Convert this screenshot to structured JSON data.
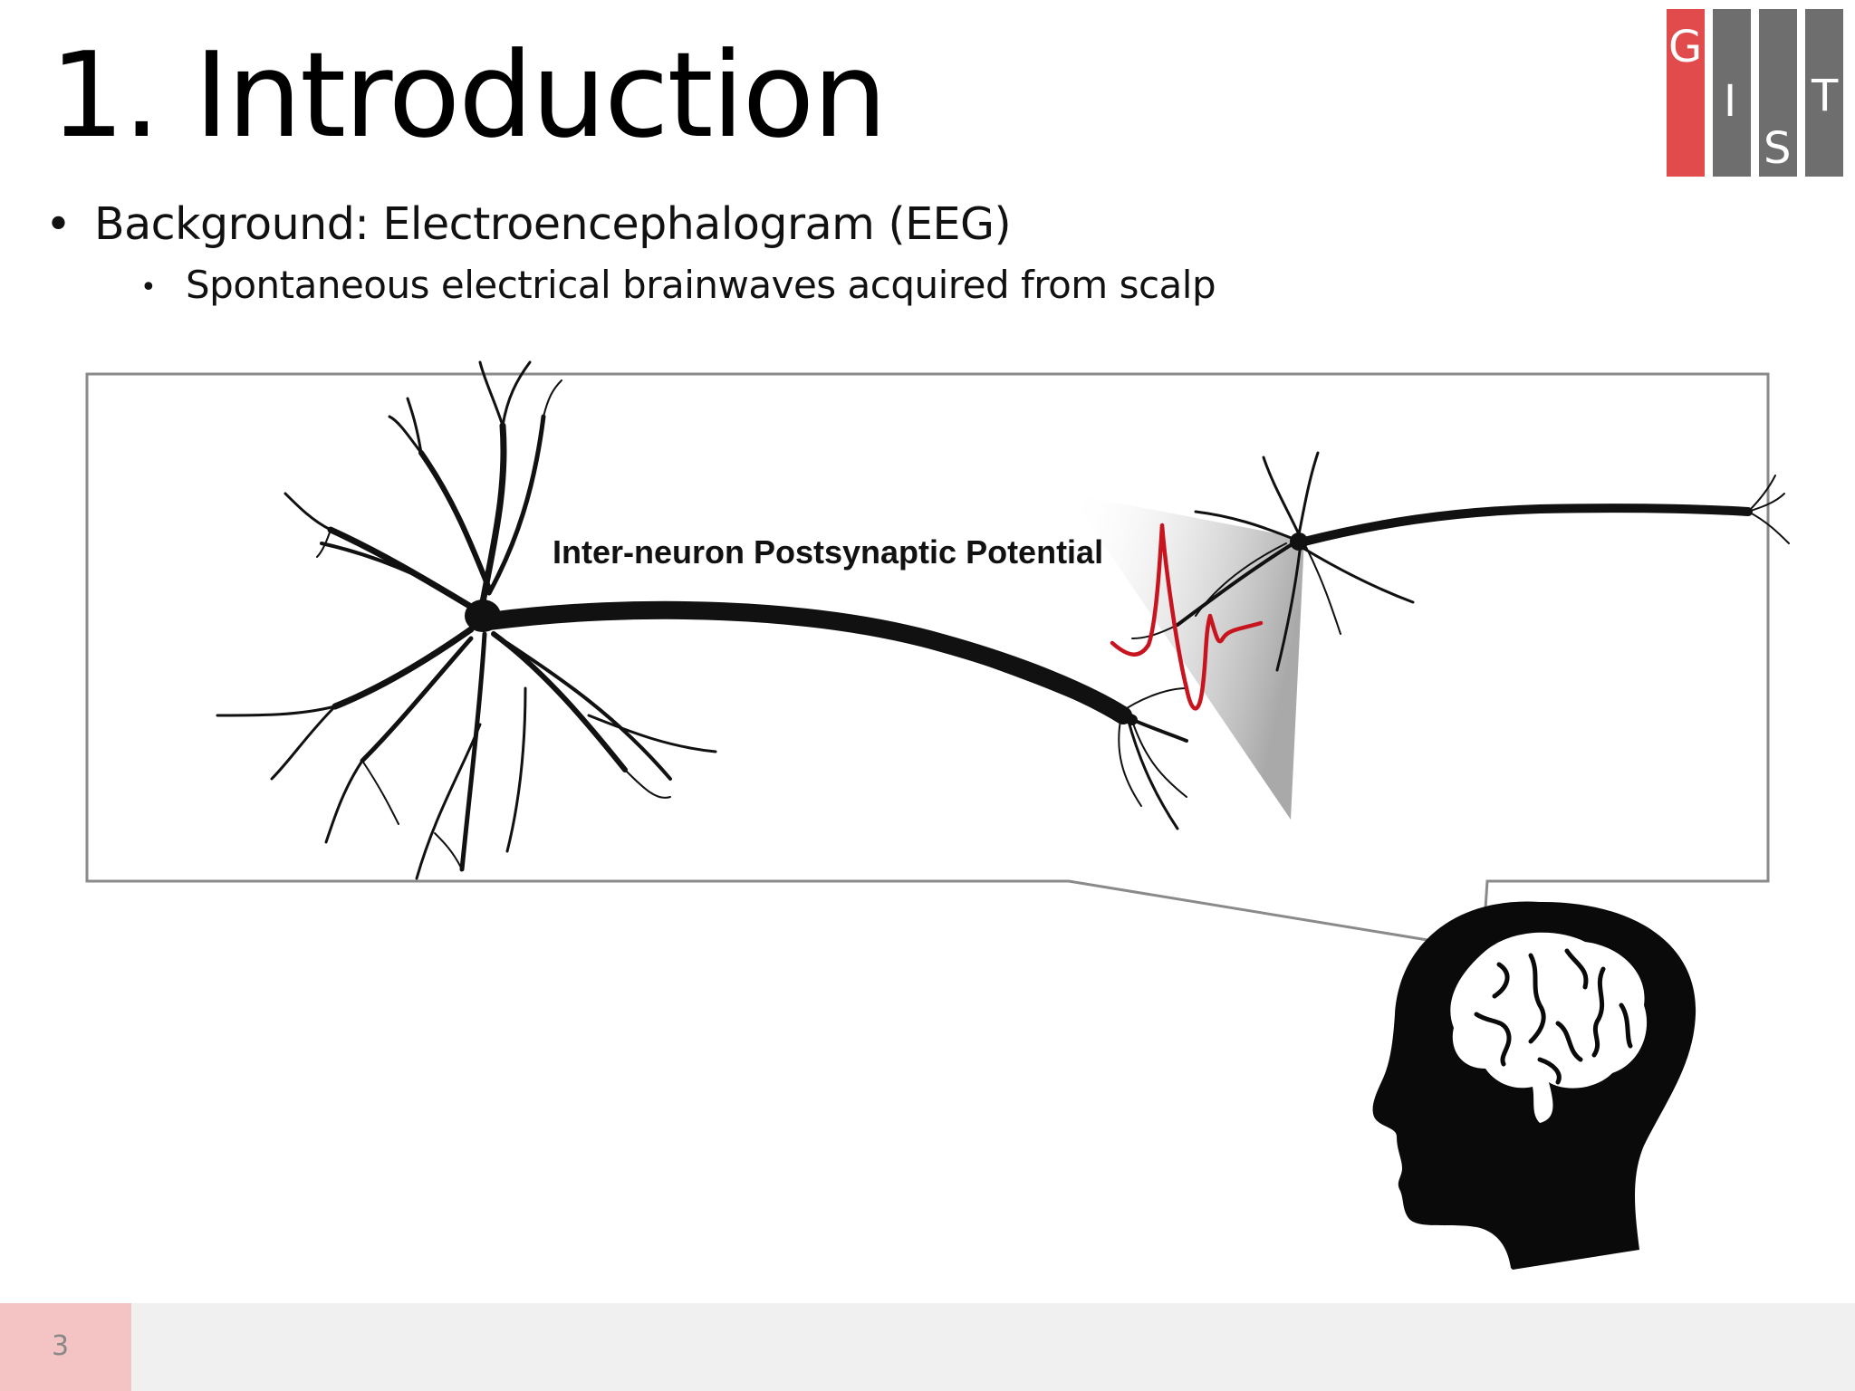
{
  "slide": {
    "title": "1. Introduction",
    "bullets": [
      {
        "text": "Background: Electroencephalogram (EEG)",
        "level": 1
      },
      {
        "text": "Spontaneous electrical brainwaves acquired from scalp",
        "level": 2
      }
    ],
    "bullet_glyph": "•",
    "page_number": "3"
  },
  "logo": {
    "letters": [
      "G",
      "I",
      "S",
      "T"
    ],
    "colors": {
      "red": "#e14b4b",
      "gray": "#6e6e6e"
    }
  },
  "diagram": {
    "label": "Inter-neuron Postsynaptic Potential",
    "icons": [
      "neuron-icon",
      "neuron-icon",
      "postsynaptic-potential-waveform-icon",
      "human-head-brain-icon"
    ],
    "colors": {
      "waveform": "#c8141e",
      "neuron": "#111111",
      "callout_border": "#8a8a8a"
    }
  },
  "footer": {
    "accent": "#f4c4c4",
    "background": "#f0f0f0"
  }
}
